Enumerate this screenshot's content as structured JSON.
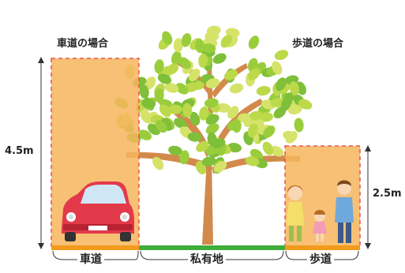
{
  "labels": {
    "road_case": "車道の場合",
    "sidewalk_case": "歩道の場合",
    "road_height": "4.5m",
    "sidewalk_height": "2.5m",
    "road": "車道",
    "private_land": "私有地",
    "sidewalk": "歩道"
  },
  "colors": {
    "zone_fill": "#f6b55c",
    "zone_border": "#e8534a",
    "ground_green": "#3fae3a",
    "ground_orange": "#f29a1d",
    "trunk": "#d28a4c",
    "leaf_light": "#bcd94a",
    "leaf_dark": "#7fbf3a",
    "car_red": "#e23a4b"
  }
}
